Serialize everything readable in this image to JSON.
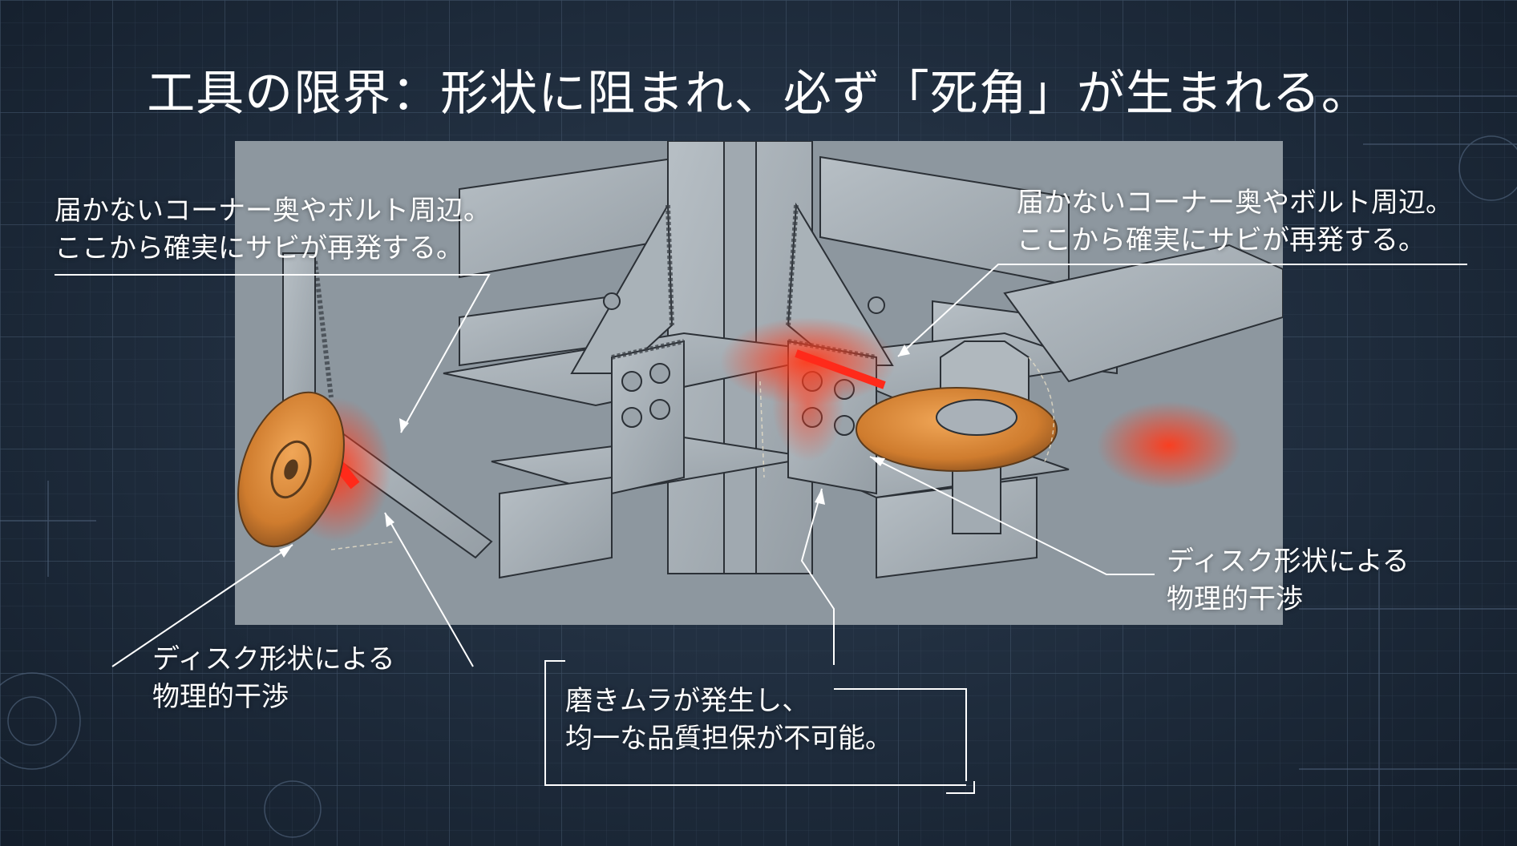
{
  "title": "工具の限界：形状に阻まれ、必ず「死角」が生まれる。",
  "callouts": {
    "top_left": {
      "line1": "届かないコーナー奥やボルト周辺。",
      "line2": "ここから確実にサビが再発する。"
    },
    "top_right": {
      "line1": "届かないコーナー奥やボルト周辺。",
      "line2": "ここから確実にサビが再発する。"
    },
    "bottom_left": {
      "line1": "ディスク形状による",
      "line2": "物理的干渉"
    },
    "bottom_right": {
      "line1": "ディスク形状による",
      "line2": "物理的干渉"
    },
    "bottom_center": {
      "line1": "磨きムラが発生し、",
      "line2": "均一な品質担保が不可能。"
    }
  },
  "colors": {
    "background": "#1d2a3a",
    "panel": "#8d979f",
    "steel": "#a7b0b7",
    "disc": "#d98a3c",
    "hotspot": "#ff2a1a",
    "text": "#ffffff"
  }
}
